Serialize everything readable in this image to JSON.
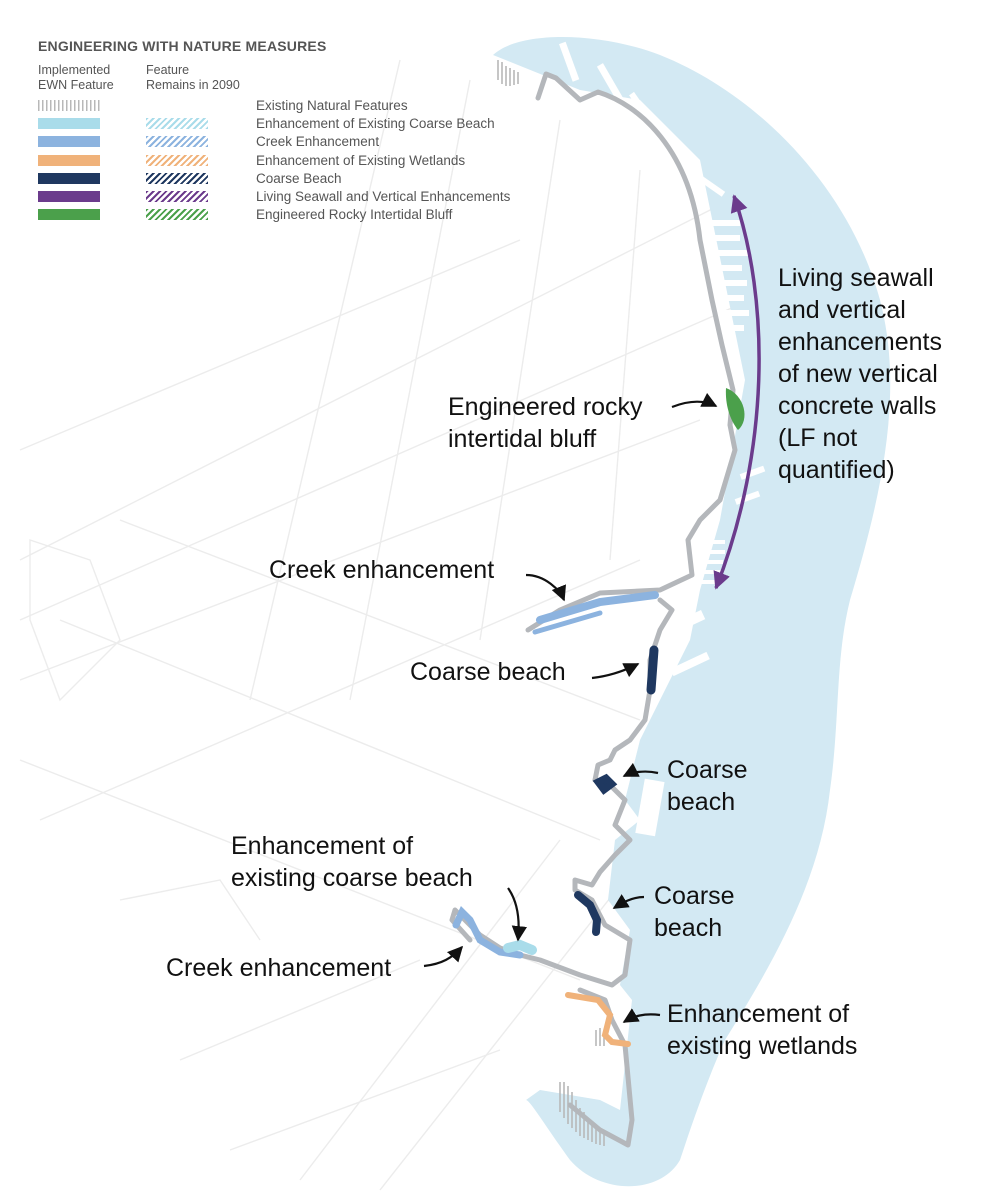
{
  "legend": {
    "title": "ENGINEERING WITH NATURE MEASURES",
    "col_implemented_line1": "Implemented",
    "col_implemented_line2": "EWN Feature",
    "col_remains_line1": "Feature",
    "col_remains_line2": "Remains in 2090",
    "items": [
      {
        "label": "Existing Natural Features",
        "color": "#b8b8b8",
        "solid": false
      },
      {
        "label": "Enhancement of Existing Coarse Beach",
        "color": "#a9dcea",
        "solid": true
      },
      {
        "label": "Creek Enhancement",
        "color": "#8cb3df",
        "solid": true
      },
      {
        "label": "Enhancement of Existing Wetlands",
        "color": "#f0b27a",
        "solid": true
      },
      {
        "label": "Coarse Beach",
        "color": "#1f3860",
        "solid": true
      },
      {
        "label": "Living Seawall and Vertical Enhancements",
        "color": "#6b3b8c",
        "solid": true
      },
      {
        "label": "Engineered Rocky Intertidal Bluff",
        "color": "#4ba04b",
        "solid": true
      }
    ]
  },
  "callouts": {
    "seawall_1": "Living seawall",
    "seawall_2": "and vertical",
    "seawall_3": "enhancements",
    "seawall_4": "of new vertical",
    "seawall_5": "concrete walls",
    "seawall_6": "(LF not",
    "seawall_7": "quantified)",
    "bluff_1": "Engineered rocky",
    "bluff_2": "intertidal bluff",
    "creek_north": "Creek enhancement",
    "coarse_beach_1": "Coarse beach",
    "coarse_beach_2_1": "Coarse",
    "coarse_beach_2_2": "beach",
    "coarse_beach_3_1": "Coarse",
    "coarse_beach_3_2": "beach",
    "enh_coarse_1": "Enhancement of",
    "enh_coarse_2": "existing coarse beach",
    "creek_south": "Creek enhancement",
    "enh_wet_1": "Enhancement of",
    "enh_wet_2": "existing wetlands"
  },
  "colors": {
    "water": "#d3e9f3",
    "shoreline": "#b4b7bb",
    "streets": "#ececec",
    "arrow": "#111111"
  }
}
